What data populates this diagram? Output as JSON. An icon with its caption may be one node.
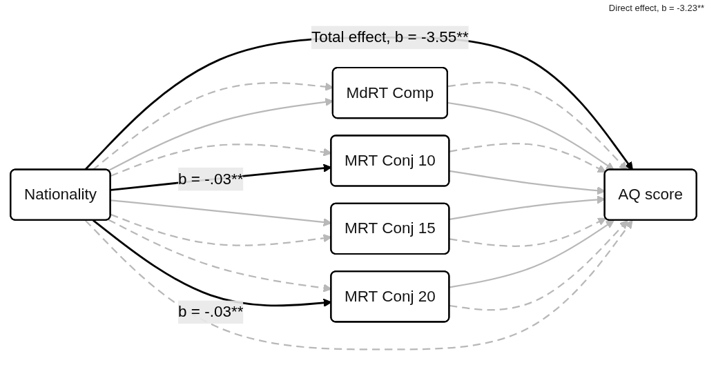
{
  "diagram": {
    "nodes": [
      {
        "text": [
          "Nationality"
        ]
      },
      {
        "text": [
          "MdRT Comp"
        ]
      },
      {
        "text": [
          "MRT Conj 10"
        ]
      },
      {
        "text": [
          "MRT Conj 15"
        ]
      },
      {
        "text": [
          "MRT Conj 20"
        ]
      },
      {
        "text": [
          "AQ score"
        ]
      }
    ],
    "edges": [
      {
        "from": 0,
        "to": 5,
        "arrow": "to",
        "label": "Total effect, b = -3.55**",
        "color": "#000000"
      },
      {
        "from": 0,
        "to": 1,
        "arrow": "to",
        "style": "dashed"
      },
      {
        "from": 0,
        "to": 1,
        "arrow": "to"
      },
      {
        "from": 0,
        "to": 2,
        "arrow": "to",
        "style": "dashed"
      },
      {
        "from": 0,
        "to": 2,
        "arrow": "to",
        "label": "b = -.03**",
        "color": "#000000"
      },
      {
        "from": 0,
        "to": 3,
        "arrow": "to"
      },
      {
        "from": 0,
        "to": 3,
        "arrow": "to",
        "style": "dashed"
      },
      {
        "from": 0,
        "to": 4,
        "arrow": "to",
        "style": "dashed"
      },
      {
        "from": 0,
        "to": 4,
        "arrow": "to",
        "label": "b = -.03**",
        "color": "#000000"
      },
      {
        "from": 1,
        "to": 5,
        "arrow": "to",
        "style": "dashed"
      },
      {
        "from": 1,
        "to": 5,
        "arrow": "to"
      },
      {
        "from": 2,
        "to": 5,
        "arrow": "to",
        "style": "dashed"
      },
      {
        "from": 2,
        "to": 5,
        "arrow": "to"
      },
      {
        "from": 3,
        "to": 5,
        "arrow": "to"
      },
      {
        "from": 3,
        "to": 5,
        "arrow": "to",
        "style": "dashed"
      },
      {
        "from": 4,
        "to": 5,
        "arrow": "to"
      },
      {
        "from": 4,
        "to": 5,
        "arrow": "to",
        "style": "dashed"
      },
      {
        "from": 0,
        "to": 5,
        "arrow": "to",
        "style": "dashed"
      }
    ],
    "labels": [
      "Direct effect, b = -3.23**"
    ]
  }
}
